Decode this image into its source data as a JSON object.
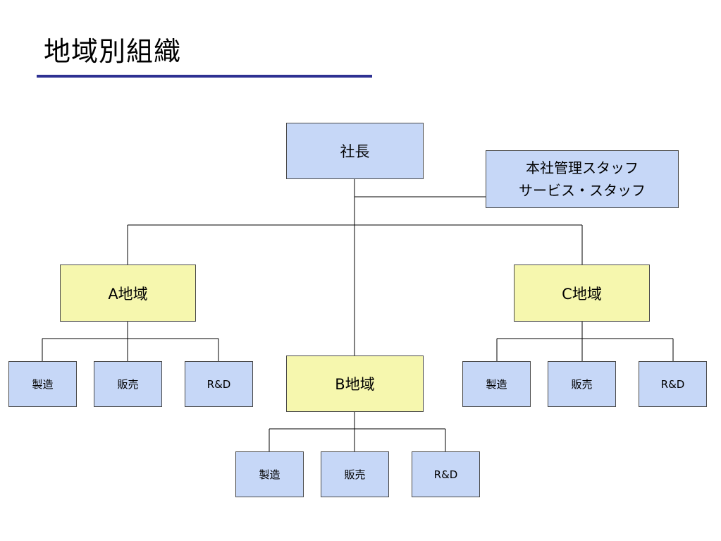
{
  "title": "地域別組織",
  "colors": {
    "title_rule": "#2e3192",
    "dept_box": "#c6d7f7",
    "region_box": "#f6f7ae",
    "connector": "#000000"
  },
  "org": {
    "president": "社長",
    "staff": {
      "line1": "本社管理スタッフ",
      "line2": "サービス・スタッフ"
    },
    "regions": [
      {
        "name": "A地域",
        "departments": [
          "製造",
          "販売",
          "R&D"
        ]
      },
      {
        "name": "B地域",
        "departments": [
          "製造",
          "販売",
          "R&D"
        ]
      },
      {
        "name": "C地域",
        "departments": [
          "製造",
          "販売",
          "R&D"
        ]
      }
    ]
  }
}
